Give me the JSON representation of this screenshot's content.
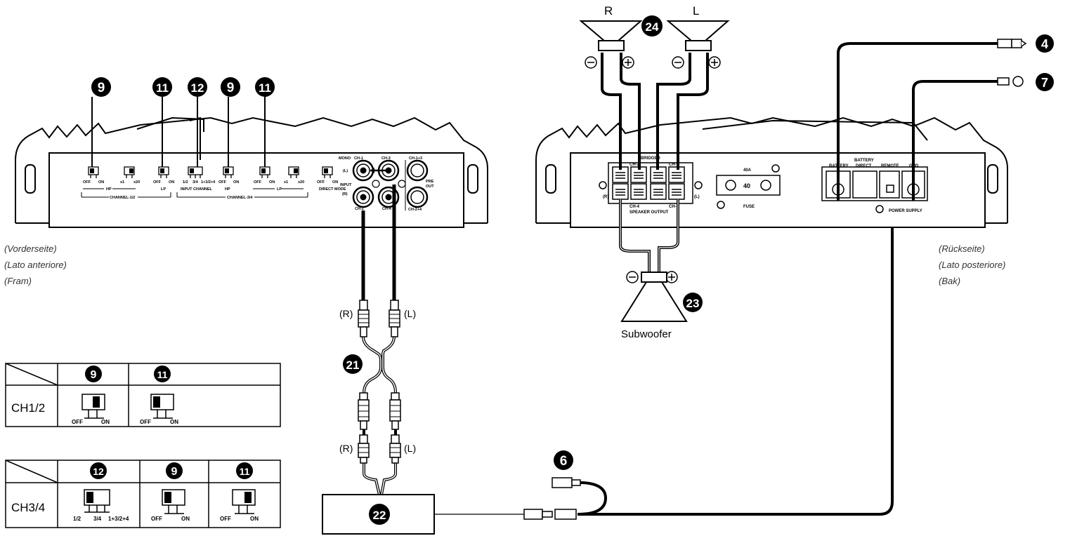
{
  "front": {
    "callouts": [
      "9",
      "11",
      "12",
      "9",
      "11"
    ],
    "panel": {
      "switches": [
        {
          "left": "OFF",
          "right": "ON"
        },
        {
          "left": "x1",
          "right": "x20"
        },
        {
          "left": "OFF",
          "right": "ON"
        },
        {
          "left": "1/2",
          "mid": "3/4",
          "right": "1+3/2+4"
        },
        {
          "left": "OFF",
          "right": "ON"
        },
        {
          "left": "OFF",
          "right": "ON"
        },
        {
          "left": "x1",
          "right": "x20"
        },
        {
          "left": "OFF",
          "right": "ON"
        }
      ],
      "hp1": "HP",
      "lp1": "LP",
      "channel12": "CHANNEL-1/2",
      "input_channel": "INPUT CHANNEL",
      "hp2": "HP",
      "lp2": "LP",
      "channel34": "CHANNEL-3/4",
      "direct_mode": "DIRECT MODE",
      "mono": "MONO",
      "ch1": "CH-1",
      "ch3": "CH-3",
      "ch13": "CH-1+3",
      "l": "(L)",
      "input": "INPUT",
      "r": "(R)",
      "ch2": "CH-2",
      "ch4": "CH-4",
      "ch24": "CH-2+4",
      "pre": "PRE",
      "out": "OUT"
    },
    "captions": [
      "(Vorderseite)",
      "(Lato anteriore)",
      "(Fram)"
    ]
  },
  "rear": {
    "speaker_r": "R",
    "speaker_l": "L",
    "callout_24": "24",
    "callout_4": "4",
    "callout_7": "7",
    "callout_23": "23",
    "bridged": "BRIDGED",
    "ch2": "CH-2",
    "ch1": "CH-1",
    "ch4": "CH-4",
    "ch3": "CH-3",
    "r": "(R)",
    "l": "(L)",
    "speaker_output": "SPEAKER OUTPUT",
    "fuse_rating": "40A",
    "fuse_value": "40",
    "fuse": "FUSE",
    "battery": "BATTERY",
    "battery_direct_1": "BATTERY",
    "battery_direct_2": "DIRECT",
    "remote": "REMOTE",
    "gnd": "GND",
    "power_supply": "POWER SUPPLY",
    "subwoofer": "Subwoofer",
    "captions": [
      "(Rückseite)",
      "(Lato posteriore)",
      "(Bak)"
    ]
  },
  "cable": {
    "callout_21": "21",
    "callout_22": "22",
    "callout_6": "6",
    "r1": "(R)",
    "l1": "(L)",
    "r2": "(R)",
    "l2": "(L)"
  },
  "table1": {
    "col1": "9",
    "col2": "11",
    "row": "CH1/2",
    "s1_off": "OFF",
    "s1_on": "ON",
    "s2_off": "OFF",
    "s2_on": "ON"
  },
  "table2": {
    "col1": "12",
    "col2": "9",
    "col3": "11",
    "row": "CH3/4",
    "s1_a": "1/2",
    "s1_b": "3/4",
    "s1_c": "1+3/2+4",
    "s2_off": "OFF",
    "s2_on": "ON",
    "s3_off": "OFF",
    "s3_on": "ON"
  }
}
